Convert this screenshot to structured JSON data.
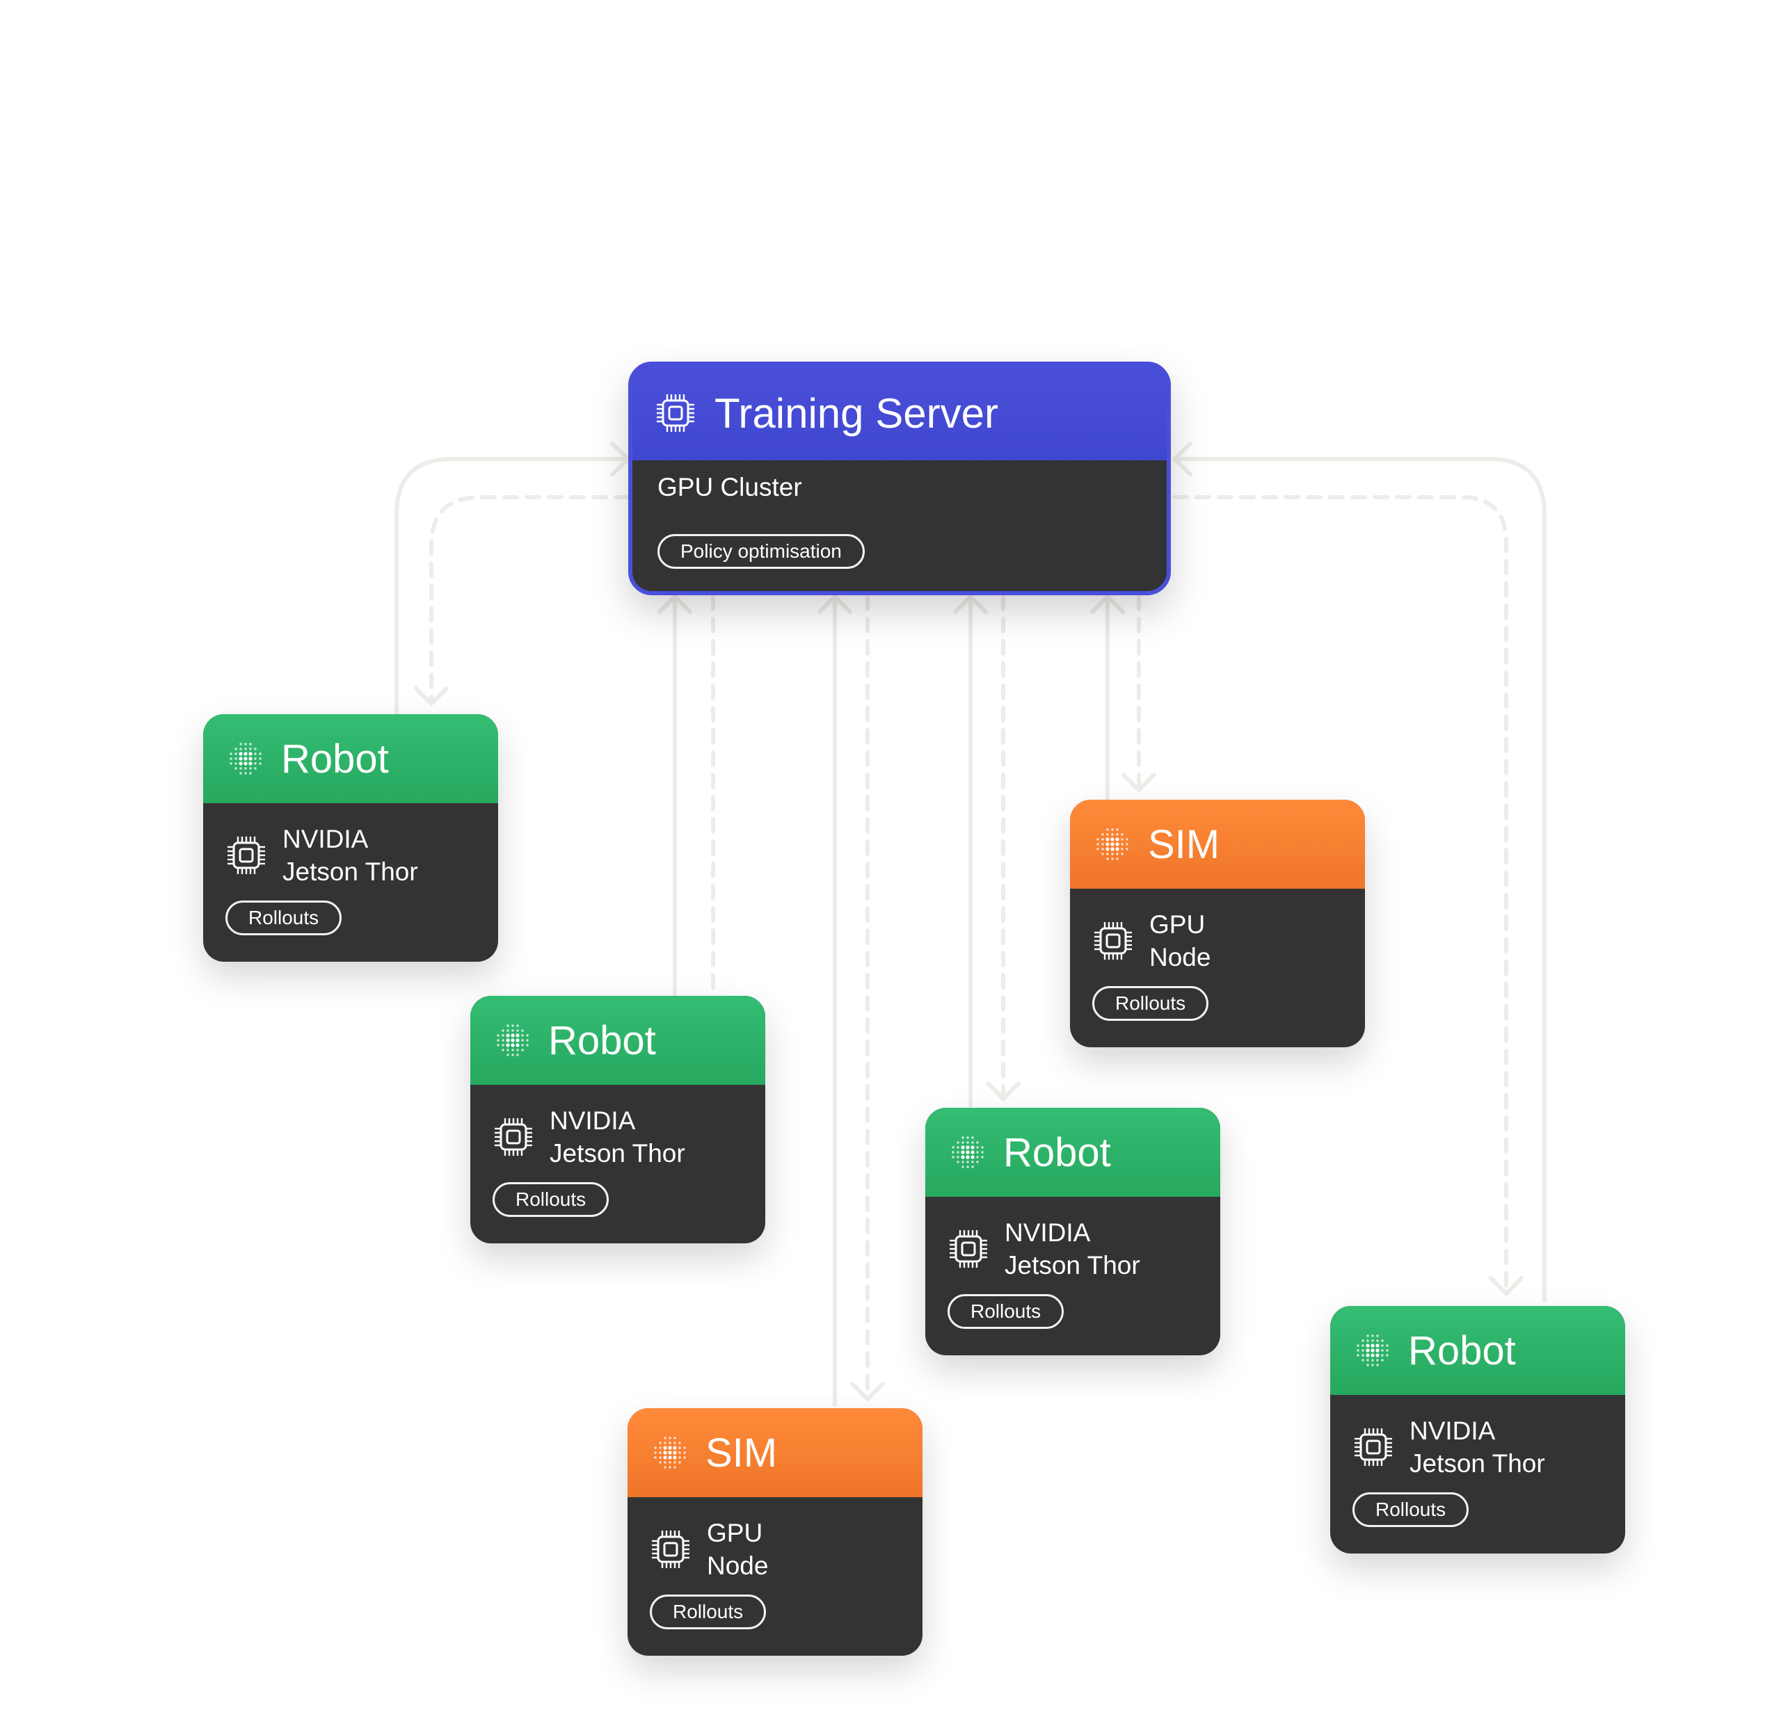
{
  "server": {
    "title": "Training Server",
    "subtitle": "GPU Cluster",
    "tag": "Policy optimisation",
    "color": "#4a4fdb"
  },
  "nodes": [
    {
      "kind": "robot",
      "title": "Robot",
      "line1": "NVIDIA",
      "line2": "Jetson Thor",
      "tag": "Rollouts"
    },
    {
      "kind": "robot",
      "title": "Robot",
      "line1": "NVIDIA",
      "line2": "Jetson Thor",
      "tag": "Rollouts"
    },
    {
      "kind": "sim",
      "title": "SIM",
      "line1": "GPU",
      "line2": "Node",
      "tag": "Rollouts"
    },
    {
      "kind": "robot",
      "title": "Robot",
      "line1": "NVIDIA",
      "line2": "Jetson Thor",
      "tag": "Rollouts"
    },
    {
      "kind": "sim",
      "title": "SIM",
      "line1": "GPU",
      "line2": "Node",
      "tag": "Rollouts"
    },
    {
      "kind": "robot",
      "title": "Robot",
      "line1": "NVIDIA",
      "line2": "Jetson Thor",
      "tag": "Rollouts"
    }
  ],
  "colors": {
    "robot": "#2fb46b",
    "sim": "#f98130",
    "card": "#333333",
    "connector": "#eeece8"
  },
  "icons": {
    "header_icon": "dot-grid-icon",
    "hardware_icon": "chip-icon"
  }
}
